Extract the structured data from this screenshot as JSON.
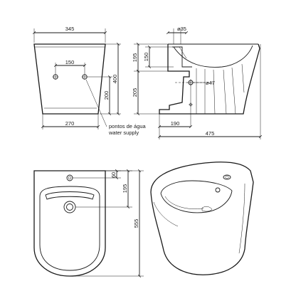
{
  "front_view": {
    "width": "345",
    "height": "400",
    "inlet_spacing": "150",
    "inlet_height": "200",
    "base_width": "270"
  },
  "side_view": {
    "inlet_diameter": "ø35",
    "upper_height": "195",
    "inlet_drop": "150",
    "lower_height": "205",
    "outlet_diameter": "ø47",
    "outlet_distance": "190",
    "depth": "475"
  },
  "water_supply_note": {
    "line1": "pontos de água",
    "line2": "water supply"
  },
  "top_view": {
    "tap_hole_offset": "60",
    "drain_offset": "195",
    "length": "555"
  }
}
